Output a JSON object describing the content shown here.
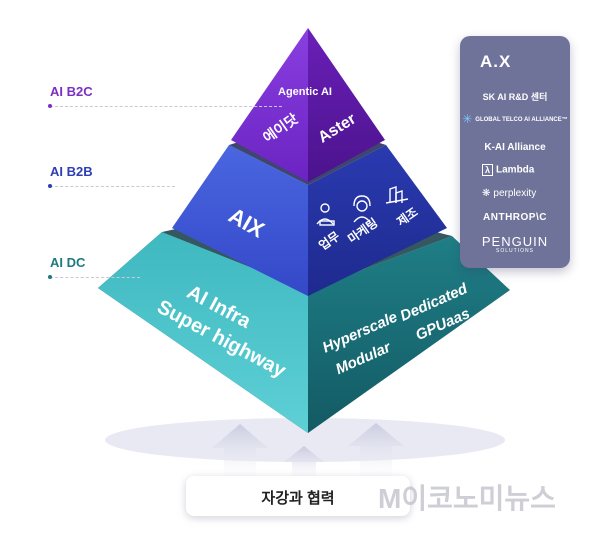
{
  "tiers": [
    {
      "name": "AI B2C",
      "color": "#7b2fc4"
    },
    {
      "name": "AI B2B",
      "color": "#2d3fb5"
    },
    {
      "name": "AI DC",
      "color": "#1e7a80"
    }
  ],
  "pyramid": {
    "top": {
      "title": "Agentic AI",
      "left": "에이닷",
      "right": "Aster"
    },
    "middle": {
      "left": "AIX",
      "items": [
        "업무",
        "마케팅",
        "제조"
      ]
    },
    "bottom": {
      "left_line1": "AI Infra",
      "left_line2": "Super highway",
      "right_items": [
        "Hyperscale",
        "Dedicated",
        "Modular",
        "GPUaas"
      ]
    }
  },
  "partners": {
    "logo": "A.X",
    "items": [
      {
        "label": "SK AI R&D 센터",
        "icon": ""
      },
      {
        "label": "GLOBAL TELCO AI ALLIANCE™",
        "icon": "asterisk-icon"
      },
      {
        "label": "K-AI Alliance",
        "icon": ""
      },
      {
        "label": "Lambda",
        "icon": "lambda-icon"
      },
      {
        "label": "perplexity",
        "icon": "perplexity-icon"
      },
      {
        "label": "ANTHROP\\C",
        "icon": ""
      },
      {
        "label": "PENGUIN",
        "icon": ""
      }
    ],
    "penguin_sub": "SOLUTIONS"
  },
  "footer": {
    "label": "자강과 협력"
  },
  "watermark": "M이코노미뉴스"
}
